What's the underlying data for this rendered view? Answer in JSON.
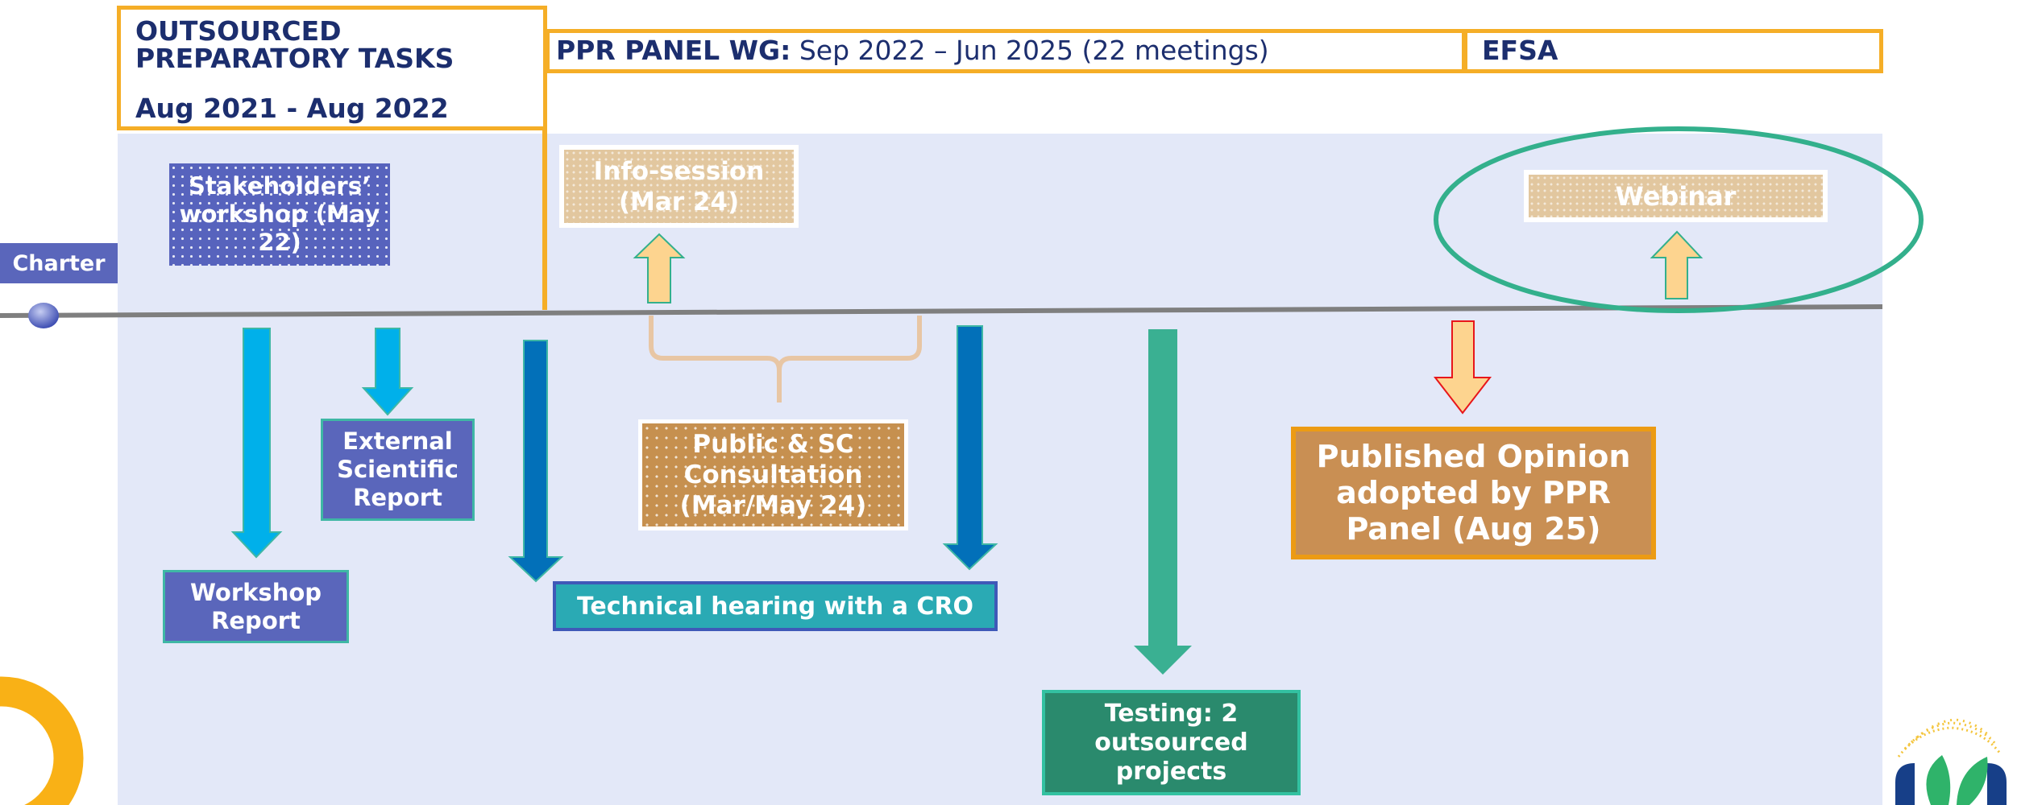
{
  "header": {
    "outsourced_title": "OUTSOURCED PREPARATORY TASKS",
    "outsourced_dates": "Aug 2021 - Aug 2022",
    "panel_label": "PPR PANEL WG:",
    "panel_dates": " Sep 2022 – Jun 2025 (22 meetings)",
    "efsa": "EFSA"
  },
  "timeline": {
    "charter": "Charter"
  },
  "boxes": {
    "stakeholders_workshop": "Stakeholders’ workshop (May 22)",
    "external_report": "External Scientific Report",
    "workshop_report": "Workshop Report",
    "info_session": "Info-session (Mar 24)",
    "public_consultation": "Public & SC Consultation (Mar/May 24)",
    "technical_hearing": "Technical hearing with a CRO",
    "testing": "Testing: 2 outsourced projects",
    "published_opinion": "Published Opinion adopted by PPR Panel (Aug 25)",
    "webinar": "Webinar"
  },
  "colors": {
    "header_border": "#f5ae27",
    "header_text": "#1c2e6e",
    "background_panel": "#e3e8f8",
    "box_blue": "#5a66bb",
    "box_brown": "#c6904f",
    "box_beige": "#e2c79f",
    "hearing_teal": "#2aaab4",
    "testing_green": "#2a8a6d",
    "arrow_cyan": "#00b0ea",
    "arrow_blue": "#0270b9",
    "arrow_green": "#3ab092",
    "arrow_light": "#fdd48f",
    "ellipse_green": "#33b08c"
  }
}
